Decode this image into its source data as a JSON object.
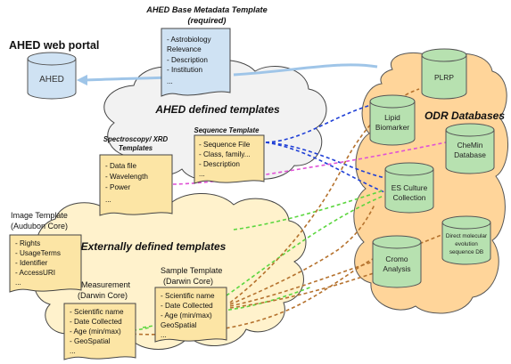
{
  "portal": {
    "title": "AHED web portal",
    "db_label": "AHED"
  },
  "base_template": {
    "title_line1": "AHED Base Metadata Template",
    "title_line2": "(required)",
    "items": [
      "- Astrobiology",
      "Relevance",
      "- Description",
      "- Institution",
      "..."
    ]
  },
  "ahed_cloud": {
    "title": "AHED defined templates"
  },
  "spectroscopy": {
    "title_line1": "Spectroscopy/ XRD",
    "title_line2": "Templates",
    "items": [
      "- Data file",
      "- Wavelength",
      "- Power",
      "..."
    ]
  },
  "sequence": {
    "title": "Sequence Template",
    "items": [
      "- Sequence File",
      "- Class, family...",
      "- Description",
      "..."
    ]
  },
  "odr": {
    "title": "ODR Databases",
    "databases": [
      {
        "name": "plrp",
        "lines": [
          "PLRP"
        ]
      },
      {
        "name": "lipid-biomarker",
        "lines": [
          "Lipid",
          "Biomarker"
        ]
      },
      {
        "name": "chemin-database",
        "lines": [
          "CheMin",
          "Database"
        ]
      },
      {
        "name": "es-culture-collection",
        "lines": [
          "ES Culture",
          "Collection"
        ]
      },
      {
        "name": "direct-molecular-evolution",
        "lines": [
          "Direct molecular",
          "evolution",
          "sequence DB"
        ]
      },
      {
        "name": "cromo-analysis",
        "lines": [
          "Cromo",
          "Analysis"
        ]
      }
    ]
  },
  "external_cloud": {
    "title": "Externally defined templates"
  },
  "image_template": {
    "title_line1": "Image Template",
    "title_line2": "(Audubon Core)",
    "items": [
      "- Rights",
      "- UsageTerms",
      "- Identifier",
      "- AccessURI",
      "..."
    ]
  },
  "measurement": {
    "title_line1": "Measurement",
    "title_line2": "(Darwin Core)",
    "items": [
      "- Scientific name",
      "- Date Collected",
      "- Age (min/max)",
      "- GeoSpatial",
      "..."
    ]
  },
  "sample": {
    "title_line1": "Sample Template",
    "title_line2": "(Darwin Core)",
    "items": [
      "- Scientific name",
      "- Date Collected",
      "- Age (min/max)",
      "GeoSpatial",
      "..."
    ]
  },
  "colors": {
    "doc_blue": "#cfe2f3",
    "doc_orange": "#fce5a5",
    "cloud_odr": "#ffd59a",
    "cloud_grey": "#f2f2f2",
    "cloud_external": "#fff2cc",
    "db_green": "#b7e1b0",
    "db_blue": "#cfe2f3",
    "arrow_blue": "#9fc5e8",
    "link_blue": "#1f3fd6",
    "link_magenta": "#e052d6",
    "link_green": "#5cd63f",
    "link_brown": "#b5722e"
  }
}
